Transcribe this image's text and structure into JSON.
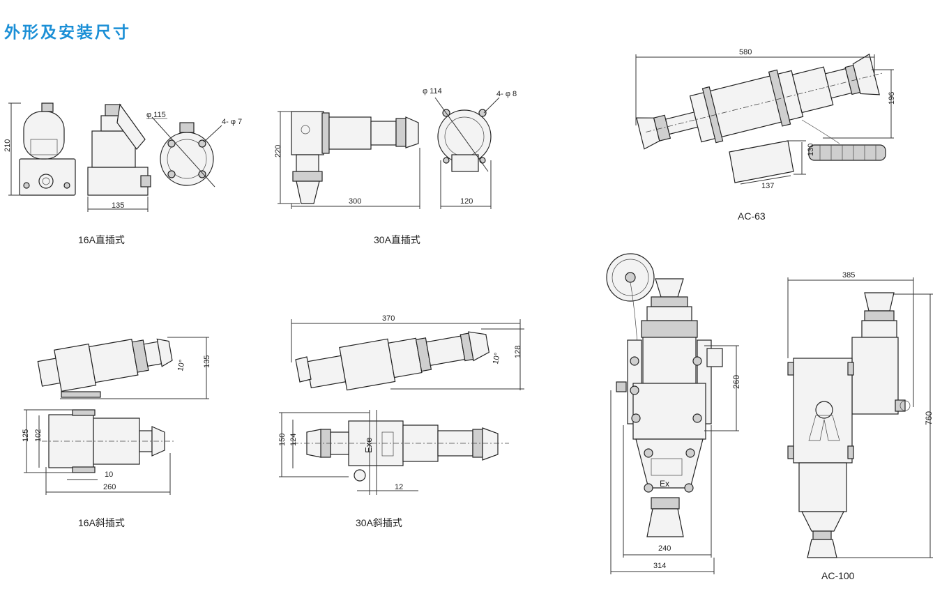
{
  "title": "外形及安装尺寸",
  "captions": {
    "c16a_straight": "16A直插式",
    "c30a_straight": "30A直插式",
    "c16a_angled": "16A斜插式",
    "c30a_angled": "30A斜插式",
    "ac63": "AC-63",
    "ac100": "AC-100"
  },
  "dims": {
    "d16s_h": "210",
    "d16s_w": "135",
    "d16s_dia": "φ 115",
    "d16s_holes": "4- φ 7",
    "d30s_h": "220",
    "d30s_w": "300",
    "d30s_dia": "φ 114",
    "d30s_holes": "4- φ 8",
    "d30s_side": "120",
    "d16a_h": "135",
    "d16a_angle": "10°",
    "d16a_h1": "125",
    "d16a_h2": "102",
    "d16a_gap": "10",
    "d16a_w": "260",
    "d30a_w": "370",
    "d30a_angle": "10°",
    "d30a_h": "128",
    "d30a_h1": "150",
    "d30a_h2": "124",
    "d30a_gap": "12",
    "d30a_exe": "Exe",
    "ac63_w": "580",
    "ac63_h": "196",
    "ac63_bw": "137",
    "ac63_bh": "130",
    "ac100_w1": "240",
    "ac100_w2": "314",
    "ac100_h": "260",
    "ac100_ex": "Ex",
    "ac100_sw": "385",
    "ac100_sh": "760"
  }
}
